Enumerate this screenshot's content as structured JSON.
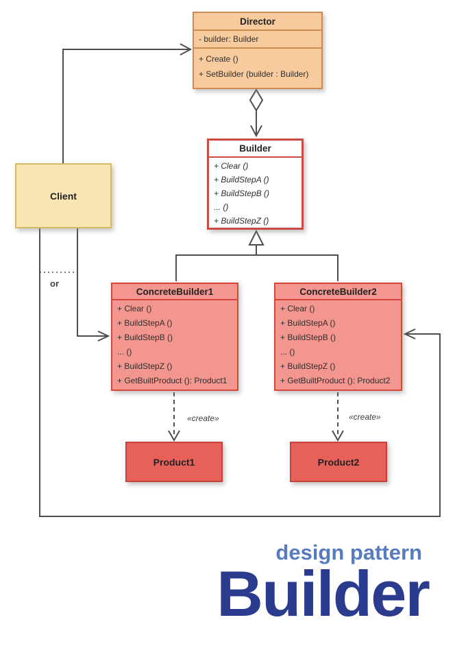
{
  "diagram": {
    "classes": {
      "director": {
        "name": "Director",
        "attributes": [
          "- builder: Builder"
        ],
        "methods": [
          "+ Create ()",
          "+ SetBuilder (builder : Builder)"
        ]
      },
      "builder": {
        "name": "Builder",
        "methods": [
          "+ Clear ()",
          "+ BuildStepA ()",
          "+ BuildStepB ()",
          "... ()",
          "+ BuildStepZ ()"
        ]
      },
      "client": {
        "name": "Client"
      },
      "concrete_builder1": {
        "name": "ConcreteBuilder1",
        "methods": [
          "+ Clear ()",
          "+ BuildStepA ()",
          "+ BuildStepB ()",
          "... ()",
          "+ BuildStepZ ()",
          "+ GetBuiltProduct (): Product1"
        ]
      },
      "concrete_builder2": {
        "name": "ConcreteBuilder2",
        "methods": [
          "+ Clear ()",
          "+ BuildStepA ()",
          "+ BuildStepB ()",
          "... ()",
          "+ BuildStepZ ()",
          "+ GetBuiltProduct (): Product2"
        ]
      },
      "product1": {
        "name": "Product1"
      },
      "product2": {
        "name": "Product2"
      }
    },
    "labels": {
      "or": "or",
      "create_left": "«create»",
      "create_right": "«create»"
    }
  },
  "footer": {
    "subtitle": "design pattern",
    "title": "Builder"
  },
  "colors": {
    "director_fill": "#F7CB9D",
    "director_border": "#CE8A50",
    "client_fill": "#F9E6B3",
    "client_border": "#D5B964",
    "builder_border": "#CC4A41",
    "concrete_fill": "#F2968F",
    "concrete_border": "#D8453B",
    "product_fill": "#E7615B",
    "product_border": "#C4423A",
    "connector": "#4D4D4D",
    "footer_subtitle": "#567BBE",
    "footer_title": "#2B3C8E"
  }
}
